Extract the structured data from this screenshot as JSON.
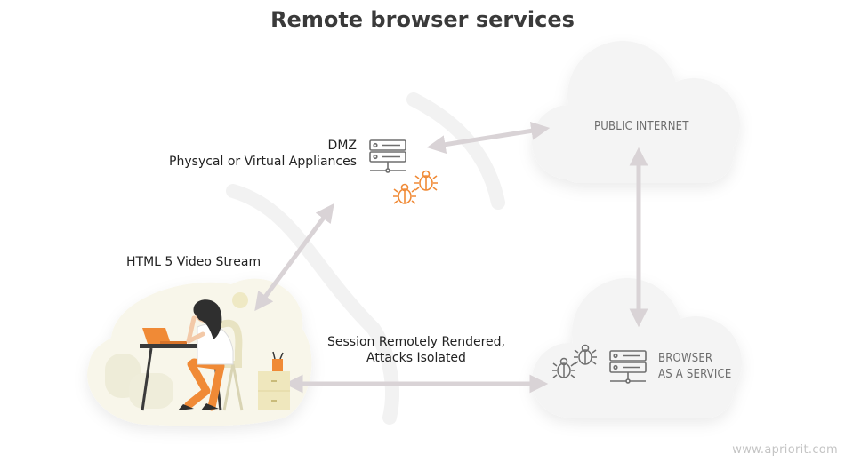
{
  "title": "Remote browser services",
  "nodes": {
    "dmz": {
      "line1": "DMZ",
      "line2": "Physycal or Virtual Appliances"
    },
    "public_internet": {
      "label": "PUBLIC INTERNET"
    },
    "browser_service": {
      "line1": "BROWSER",
      "line2": "AS A SERVICE"
    },
    "user": {
      "label": "HTML 5 Video Stream"
    }
  },
  "edges": {
    "session": {
      "line1": "Session Remotely Rendered,",
      "line2": "Attacks Isolated"
    }
  },
  "watermark": "www.apriorit.com",
  "colors": {
    "title": "#3a3a3a",
    "arrow": "#d9d3d6",
    "bug": "#f08a36",
    "server": "#6f6f6f",
    "cloud": "#f3f3f3",
    "user_bg": "#f7f5e8"
  },
  "icons": [
    "server-icon",
    "bug-icon",
    "cloud-icon",
    "person-at-laptop-illustration"
  ]
}
